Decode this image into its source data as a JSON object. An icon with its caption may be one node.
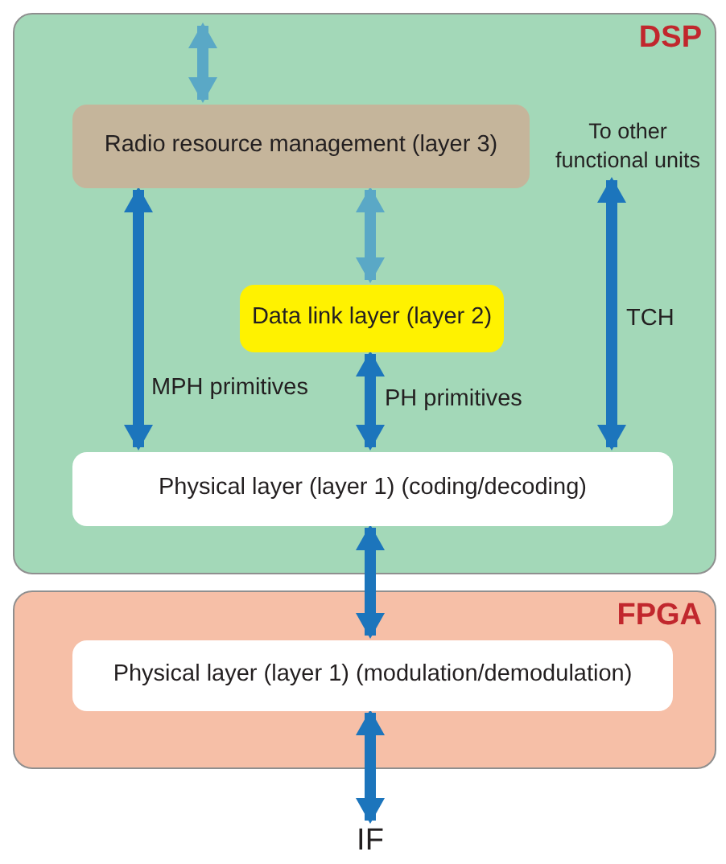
{
  "diagram": {
    "nodes": [
      {
        "text": [
          "DSP"
        ]
      },
      {
        "text": [
          "Radio resource management (layer 3)"
        ],
        "in": 0
      },
      {
        "text": [
          "To other functional units"
        ],
        "in": 0
      },
      {
        "text": [
          "Data link layer (layer 2)"
        ],
        "in": 0
      },
      {
        "text": [
          "Physical layer (layer 1) (coding/decoding)"
        ],
        "in": 0
      },
      {
        "text": [
          "FPGA"
        ]
      },
      {
        "text": [
          "Physical layer (layer 1) (modulation/demodulation)"
        ],
        "in": 5
      },
      {
        "text": [
          "IF"
        ]
      }
    ],
    "edges": [
      {
        "from": null,
        "to": 1,
        "arrow": "both",
        "color": "#5aa8c6"
      },
      {
        "from": 1,
        "to": 3,
        "arrow": "both",
        "color": "#5aa8c6"
      },
      {
        "from": 1,
        "to": 4,
        "arrow": "both",
        "label": "MPH primitives"
      },
      {
        "from": 3,
        "to": 4,
        "arrow": "both",
        "label": "PH primitives"
      },
      {
        "from": 2,
        "to": 4,
        "arrow": "both",
        "label": "TCH"
      },
      {
        "from": 4,
        "to": 6,
        "arrow": "both"
      },
      {
        "from": 6,
        "to": 7,
        "arrow": "both"
      }
    ]
  }
}
